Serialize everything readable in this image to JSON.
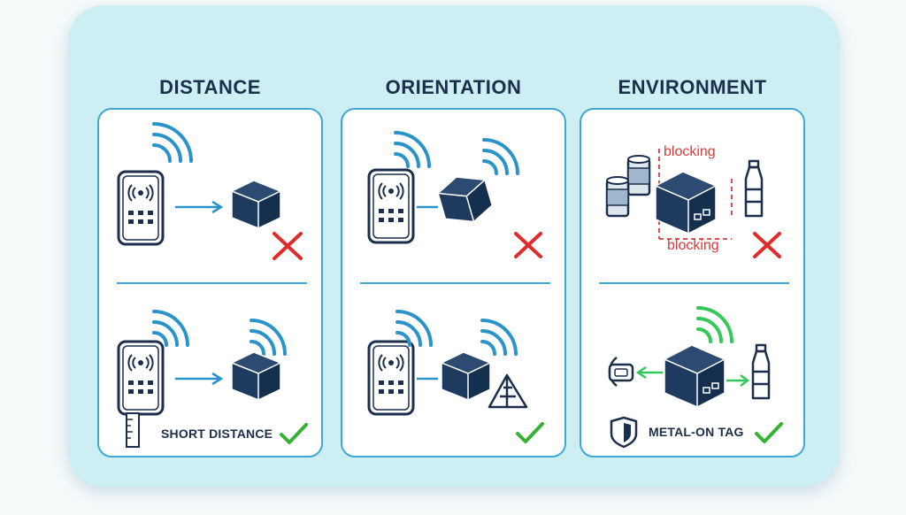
{
  "columns": [
    {
      "title": "DISTANCE"
    },
    {
      "title": "ORIENTATION"
    },
    {
      "title": "ENVIRONMENT"
    }
  ],
  "distance": {
    "good_caption": "SHORT DISTANCE"
  },
  "environment": {
    "blocking_top": "blocking",
    "blocking_bottom": "blocking",
    "good_caption": "METAL-ON TAG"
  },
  "colors": {
    "panel": "#cdeef3",
    "card_border": "#3fa7d6",
    "navy": "#1b2f4d",
    "box": "#1f3a5f",
    "signal": "#2a93c9",
    "signal_good": "#34c759",
    "cross": "#e02b2b",
    "check": "#34b233"
  }
}
